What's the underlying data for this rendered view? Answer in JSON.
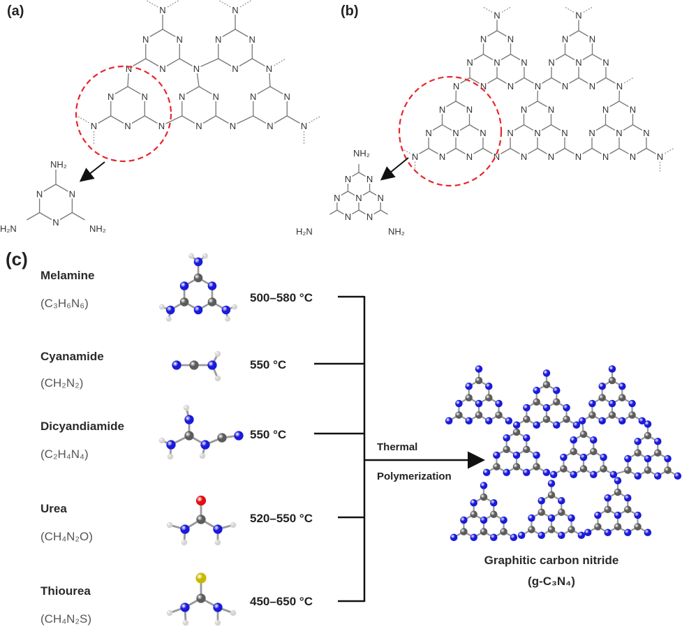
{
  "panels": {
    "a": {
      "label": "(a)",
      "monomer_labels": [
        "NH₂",
        "H₂N",
        "NH₂"
      ]
    },
    "b": {
      "label": "(b)",
      "monomer_labels": [
        "NH₂",
        "H₂N",
        "NH₂"
      ]
    },
    "c": {
      "label": "(c)"
    }
  },
  "atom_label": "N",
  "precursors": [
    {
      "name": "Melamine",
      "formula": "(C₃H₆N₆)",
      "temperature": "500–580 °C"
    },
    {
      "name": "Cyanamide",
      "formula": "(CH₂N₂)",
      "temperature": "550 °C"
    },
    {
      "name": "Dicyandiamide",
      "formula": "(C₂H₄N₄)",
      "temperature": "550 °C"
    },
    {
      "name": "Urea",
      "formula": "(CH₄N₂O)",
      "temperature": "520–550 °C"
    },
    {
      "name": "Thiourea",
      "formula": "(CH₄N₂S)",
      "temperature": "450–650 °C"
    }
  ],
  "process": {
    "line1": "Thermal",
    "line2": "Polymerization"
  },
  "product": {
    "name": "Graphitic carbon nitride",
    "formula": "(g-C₃N₄)"
  },
  "colors": {
    "highlight_circle": "#e8242b",
    "nitrogen": "#1a1adb",
    "carbon": "#5c5c5c",
    "hydrogen": "#d4d4d4",
    "oxygen": "#e01010",
    "sulfur": "#c9b800"
  }
}
